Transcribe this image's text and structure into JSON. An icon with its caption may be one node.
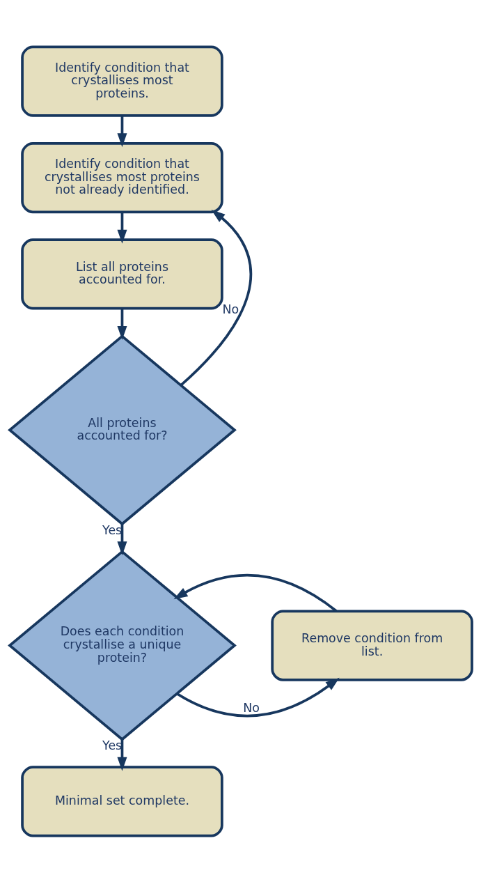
{
  "diagram": {
    "nodes": [
      {
        "text": [
          "Identify condition that crystallises most proteins."
        ]
      },
      {
        "text": [
          "Identify condition that crystallises most proteins not already identified."
        ]
      },
      {
        "text": [
          "List all proteins accounted for."
        ]
      },
      {
        "text": [
          "All proteins accounted for?"
        ]
      },
      {
        "text": [
          "Does each condition crystallise a unique protein?"
        ]
      },
      {
        "text": [
          "Remove condition from list."
        ]
      },
      {
        "text": [
          "Minimal set complete."
        ]
      }
    ],
    "edges": [
      {
        "from": 0,
        "to": 1,
        "arrow": "to"
      },
      {
        "from": 1,
        "to": 2,
        "arrow": "to"
      },
      {
        "from": 2,
        "to": 3,
        "arrow": "to"
      },
      {
        "from": 3,
        "to": 1,
        "arrow": "to",
        "label": "No"
      },
      {
        "from": 3,
        "to": 4,
        "arrow": "to",
        "label": "Yes"
      },
      {
        "from": 4,
        "to": 5,
        "arrow": "to",
        "label": "No"
      },
      {
        "from": 5,
        "to": 4,
        "arrow": "to"
      },
      {
        "from": 4,
        "to": 6,
        "arrow": "to",
        "label": "Yes"
      }
    ]
  }
}
